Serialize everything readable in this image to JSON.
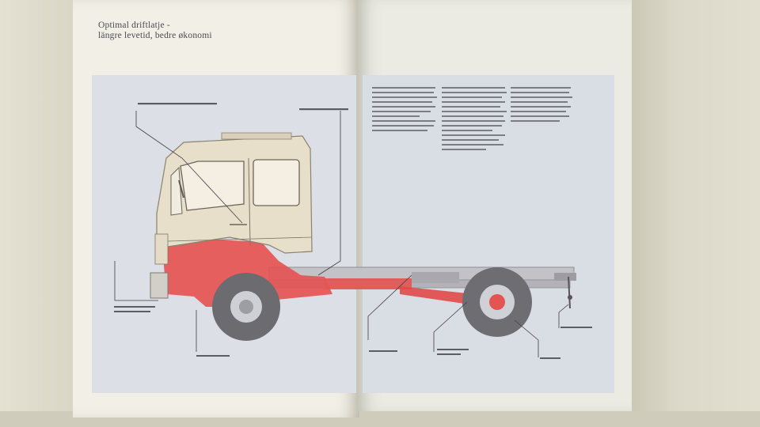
{
  "spread": {
    "heading_lines": [
      "Optimal driftlatje -",
      "längre levetid, bedre økonomi"
    ]
  },
  "colors": {
    "page": "#f1efe6",
    "panel": "#dcdfe5",
    "cab": "#e6dcc8",
    "highlight": "#e04a48",
    "chassis": "#b9b8bd",
    "tire": "#6d6d72"
  },
  "icons": [
    "truck-illustration"
  ]
}
